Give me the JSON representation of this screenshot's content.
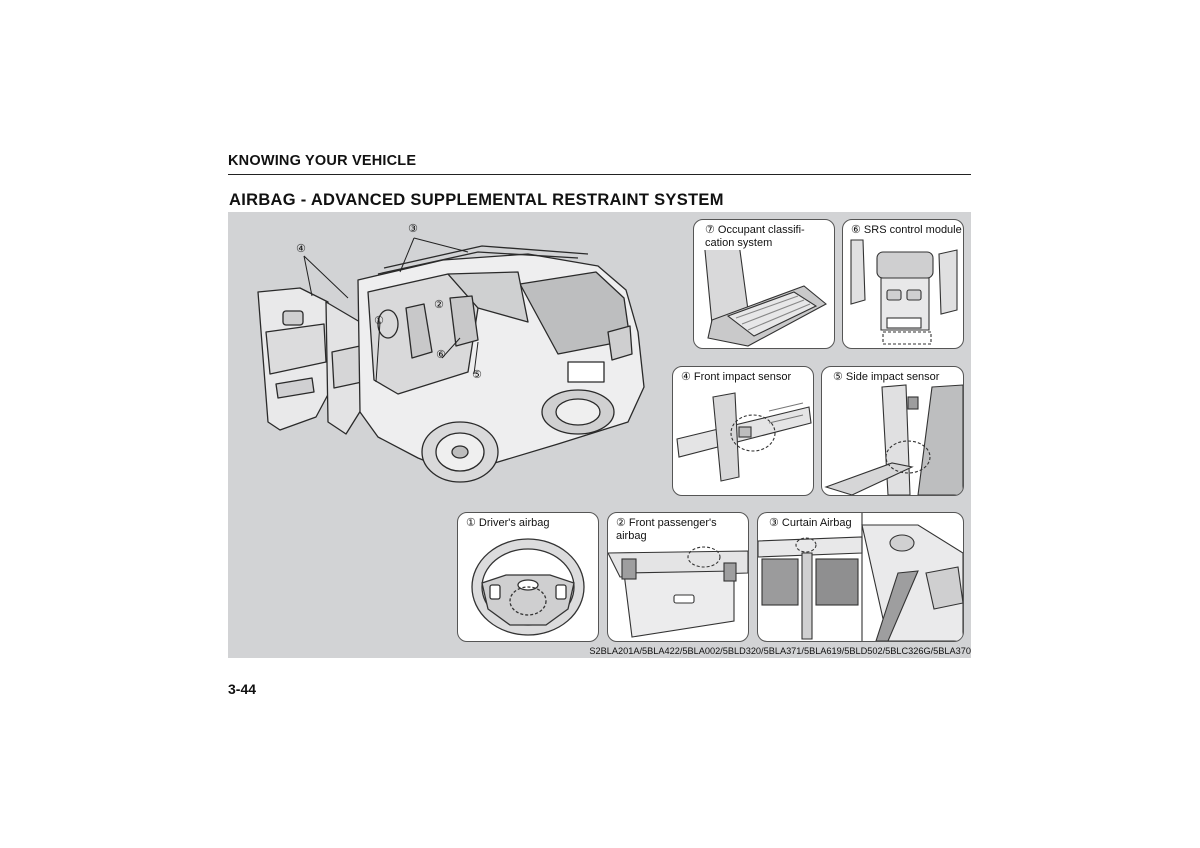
{
  "header": {
    "section": "KNOWING YOUR VEHICLE"
  },
  "title": "AIRBAG - ADVANCED SUPPLEMENTAL RESTRAINT SYSTEM",
  "callouts": {
    "c1": "①",
    "c2": "②",
    "c3": "③",
    "c4": "④",
    "c5": "⑤",
    "c6": "⑥"
  },
  "panels": {
    "occupant": "⑦ Occupant classifi-\ncation system",
    "srs": "⑥ SRS control module",
    "front_sensor": "④ Front impact sensor",
    "side_sensor": "⑤ Side impact sensor",
    "driver": "① Driver's airbag",
    "passenger": "② Front passenger's\nairbag",
    "curtain": "③ Curtain Airbag"
  },
  "image_code": "S2BLA201A/5BLA422/5BLA002/5BLD320/5BLA371/5BLA619/5BLD502/5BLC326G/5BLA370",
  "page_number": "3-44"
}
